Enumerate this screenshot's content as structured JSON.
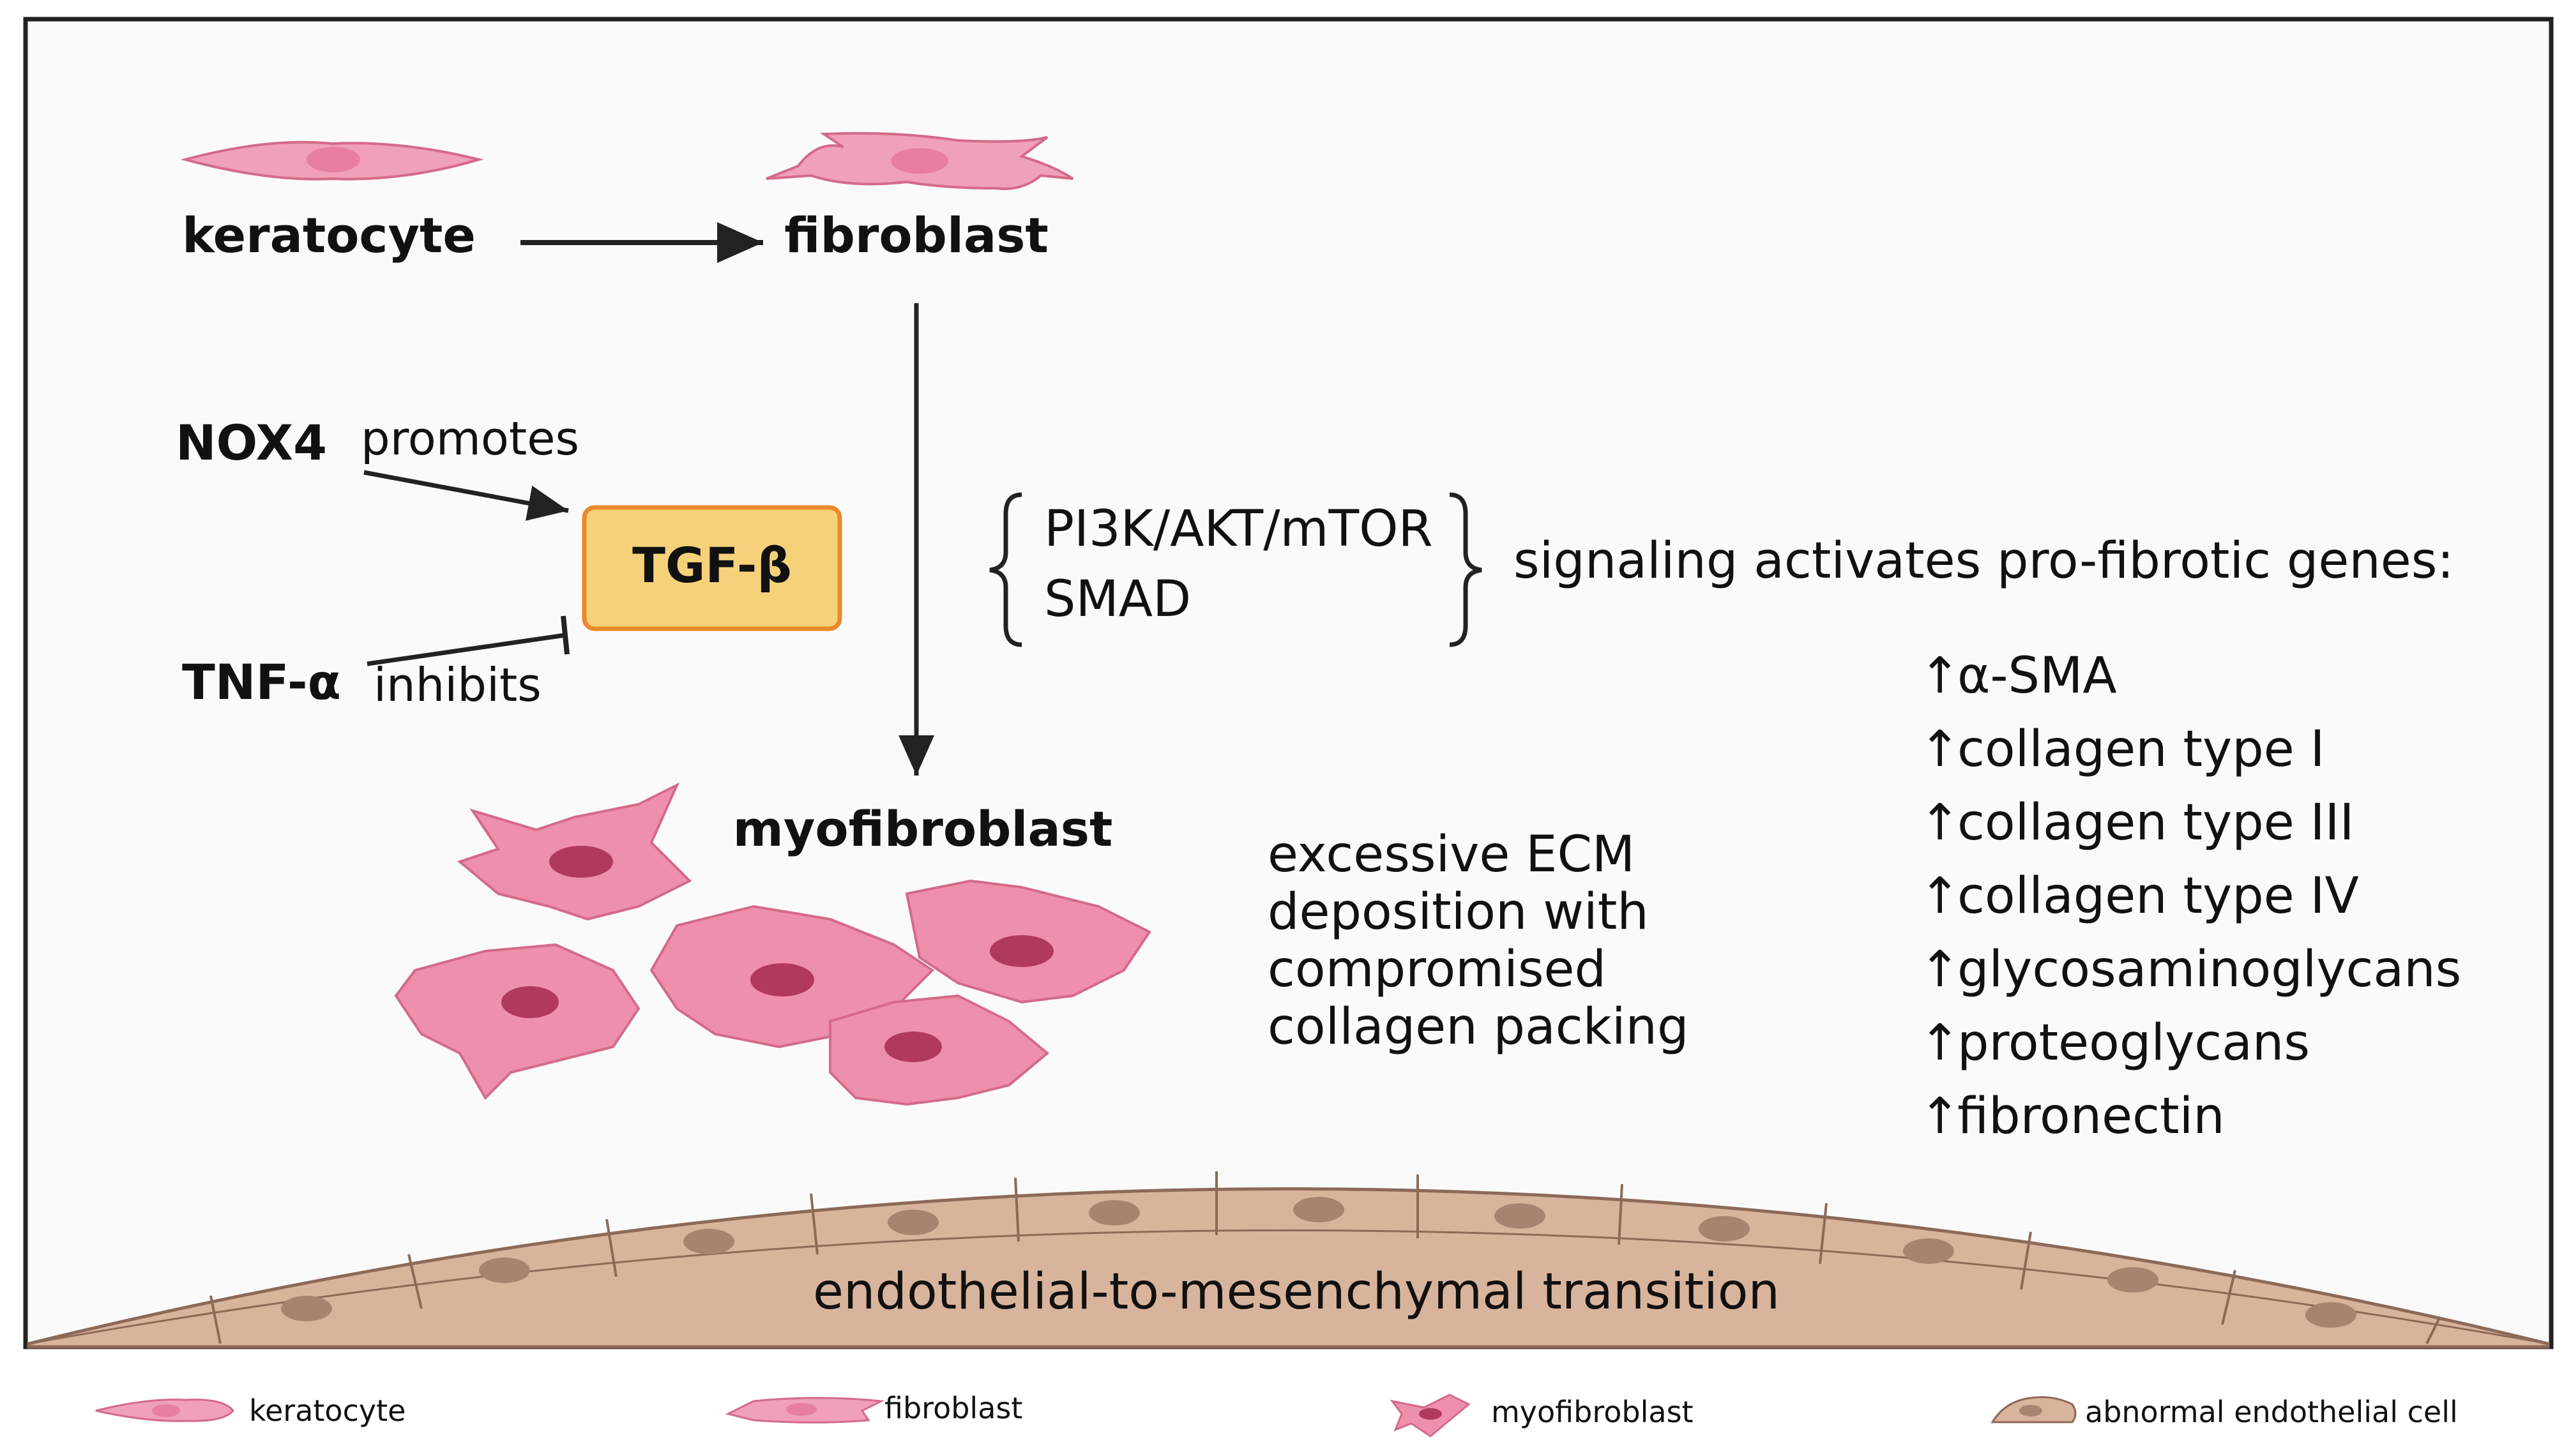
{
  "cells": {
    "keratocyte": "keratocyte",
    "fibroblast": "fibroblast",
    "myofibroblast": "myofibroblast"
  },
  "regulators": {
    "nox4": "NOX4",
    "promotes": "promotes",
    "tnf": "TNF-α",
    "inhibits": "inhibits",
    "tgf": "TGF-β"
  },
  "pathways": [
    "PI3K/AKT/mTOR",
    "SMAD"
  ],
  "signaling": "signaling activates pro-fibrotic genes:",
  "genes": [
    "α-SMA",
    "collagen type I",
    "collagen type III",
    "collagen type IV",
    "glycosaminoglycans",
    "proteoglycans",
    "fibronectin"
  ],
  "ecm": [
    "excessive ECM",
    "deposition with",
    "compromised",
    "collagen packing"
  ],
  "endothelial": "endothelial-to-mesenchymal transition",
  "legend": [
    "keratocyte",
    "fibroblast",
    "myofibroblast",
    "abnormal endothelial cell"
  ],
  "colors": {
    "cell_pink": "#f0a0b8",
    "cell_outline": "#d46a8a",
    "nucleus": "#e87fa0",
    "myo_nucleus": "#b03a5c",
    "tgf_fill": "#f5d27a",
    "tgf_border": "#e8892c",
    "endo_fill": "#d9b49c",
    "endo_outline": "#8c6a58"
  }
}
